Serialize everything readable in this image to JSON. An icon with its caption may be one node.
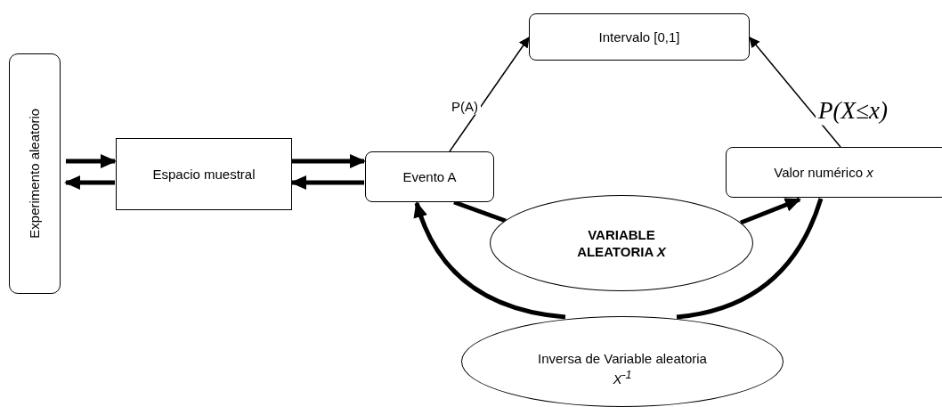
{
  "diagram": {
    "nodes": [
      {
        "text": [
          "Experimento aleatorio"
        ]
      },
      {
        "text": [
          "Espacio muestral"
        ]
      },
      {
        "text": [
          "Evento A"
        ]
      },
      {
        "text": [
          "Intervalo [0,1]"
        ]
      },
      {
        "text": [
          "Valor numérico *x*"
        ]
      },
      {
        "text": [
          "VARIABLE ALEATORIA *X*"
        ]
      },
      {
        "text": [
          "Inversa de Variable aleatoria *X*$^{-1}$"
        ]
      }
    ],
    "edges": [
      {
        "from": 0,
        "to": 1,
        "arrow": "to"
      },
      {
        "from": 1,
        "to": 0,
        "arrow": "to"
      },
      {
        "from": 1,
        "to": 2,
        "arrow": "to"
      },
      {
        "from": 2,
        "to": 1,
        "arrow": "to"
      },
      {
        "from": 2,
        "to": 3,
        "arrow": "to",
        "label": "P(A)"
      },
      {
        "from": 4,
        "to": 3,
        "arrow": "to",
        "label": "P(X≤x)"
      },
      {
        "from": 2,
        "to": 5,
        "arrow": "none"
      },
      {
        "from": 5,
        "to": 4,
        "arrow": "to"
      },
      {
        "from": 4,
        "to": 6,
        "arrow": "none"
      },
      {
        "from": 6,
        "to": 2,
        "arrow": "to"
      }
    ]
  }
}
